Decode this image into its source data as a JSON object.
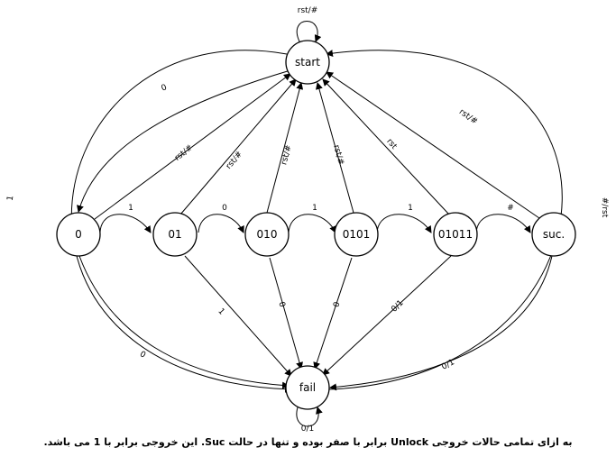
{
  "states": {
    "start": "start",
    "s0": "0",
    "s01": "01",
    "s010": "010",
    "s0101": "0101",
    "s01011": "01011",
    "suc": "suc.",
    "fail": "fail"
  },
  "edges": {
    "start_loop": "rst/#",
    "start_to_0": "0",
    "start_to_fail": "1",
    "e0_to_01": "1",
    "e01_to_010": "0",
    "e010_to_0101": "1",
    "e0101_to_01011": "1",
    "e01011_to_suc": "#",
    "e0_to_start": "rst/#",
    "e01_to_start": "rst/#",
    "e010_to_start": "rst/#",
    "e0101_to_start": "rst/#",
    "e01011_to_start": "rst",
    "suc_to_start": "rst/#",
    "suc_loop_to_start": "#/rst",
    "e0_to_fail": "0",
    "e01_to_fail": "1",
    "e010_to_fail": "0",
    "e0101_to_fail": "0",
    "e01011_to_fail": "0/1",
    "suc_to_fail": "0/1",
    "fail_loop": "0/1"
  },
  "caption": "به ازای تمامی حالات خروجی Unlock برابر با صفر بوده و تنها در حالت Suc. این خروجی برابر با 1 می باشد."
}
